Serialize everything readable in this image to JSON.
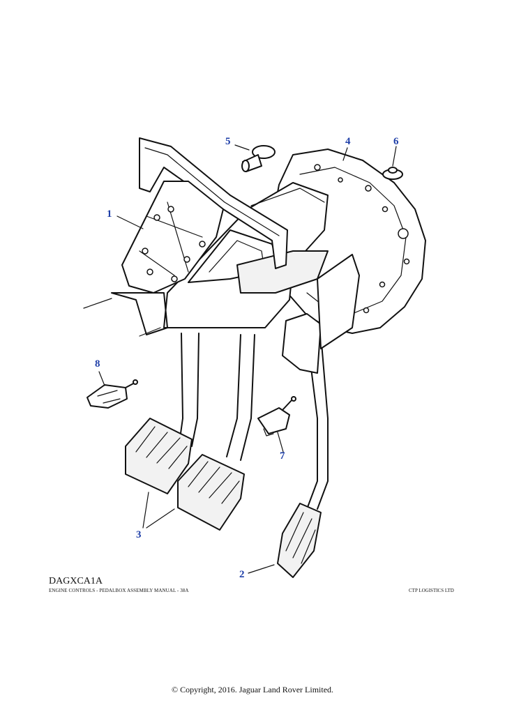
{
  "diagram": {
    "callouts": [
      {
        "id": "1",
        "label": "1"
      },
      {
        "id": "2",
        "label": "2"
      },
      {
        "id": "3",
        "label": "3"
      },
      {
        "id": "4",
        "label": "4"
      },
      {
        "id": "5",
        "label": "5"
      },
      {
        "id": "6",
        "label": "6"
      },
      {
        "id": "7",
        "label": "7"
      },
      {
        "id": "8",
        "label": "8"
      }
    ],
    "drawing_code": "DAGXCA1A",
    "caption_left": "ENGINE CONTROLS - PEDALBOX ASSEMBLY MANUAL - 38A",
    "caption_right": "CTP LOGISTICS LTD",
    "copyright": "© Copyright, 2016. Jaguar Land Rover Limited.",
    "colors": {
      "callout": "#1f3fa8",
      "line": "#111111",
      "background": "#ffffff"
    }
  }
}
